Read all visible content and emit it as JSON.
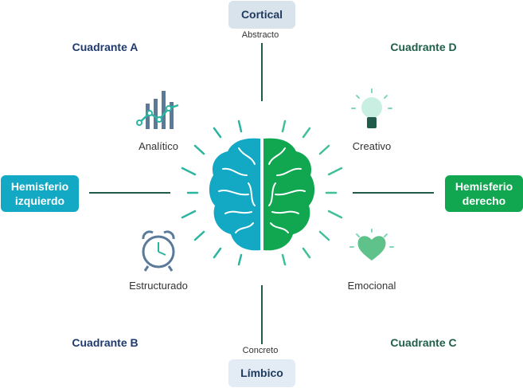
{
  "top": {
    "title": "Cortical",
    "subtitle": "Abstracto"
  },
  "bottom": {
    "title": "Límbico",
    "subtitle": "Concreto"
  },
  "left": {
    "line1": "Hemisferio",
    "line2": "izquierdo"
  },
  "right": {
    "line1": "Hemisferio",
    "line2": "derecho"
  },
  "quadrants": {
    "a": "Cuadrante A",
    "b": "Cuadrante B",
    "c": "Cuadrante C",
    "d": "Cuadrante D"
  },
  "traits": {
    "analytical": "Analítico",
    "structured": "Estructurado",
    "creative": "Creativo",
    "emotional": "Emocional"
  },
  "colors": {
    "left_accent": "#13a8c4",
    "right_accent": "#11a650",
    "dark_blue": "#1e3a6e",
    "line": "#1f5a4a"
  }
}
